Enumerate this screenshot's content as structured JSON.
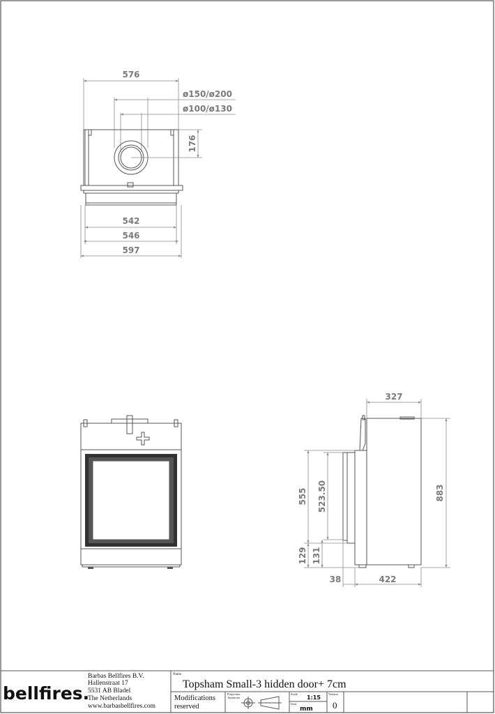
{
  "top_view": {
    "width_outer": "576",
    "flue_outer": "ø150/ø200",
    "flue_inner": "ø100/ø130",
    "depth_flue": "176",
    "w1": "542",
    "w2": "546",
    "w3": "597"
  },
  "side_view": {
    "depth_top": "327",
    "height_total": "883",
    "opening_h1": "555",
    "opening_h2": "523.50",
    "base_h1": "129",
    "base_h2": "131",
    "offset": "38",
    "depth_base": "422"
  },
  "title_block": {
    "brand": "bellfires.",
    "company": "Barbas Bellfires B.V.",
    "street": "Hallenstraat 17",
    "city": "5531 AB Bladel",
    "country": "The Netherlands",
    "website": "www.barbasbellfires.com",
    "name_label": "Name",
    "product_name": "Topsham Small-3 hidden door+ 7cm",
    "modifications": "Modifications",
    "reserved": "reserved",
    "projection_label": "Projection",
    "projection_value": "American",
    "scale_label": "Scale",
    "scale_value": "1:15",
    "unit_label": "Unit",
    "unit_value": "mm",
    "version_label": "Version",
    "version_value": "0"
  }
}
